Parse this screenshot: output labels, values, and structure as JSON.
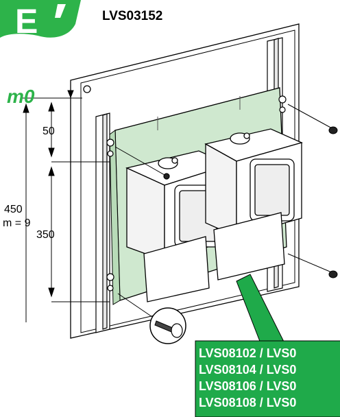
{
  "header": {
    "ref_code": "LVS03152",
    "badge_letter": "E"
  },
  "dimensions": {
    "origin_label": "m0",
    "d1": "50",
    "d2": "350",
    "total": "450",
    "total_m": "m = 9"
  },
  "callout": {
    "lines": [
      "LVS08102 / LVS0",
      "LVS08104 / LVS0",
      "LVS08106 / LVS0",
      "LVS08108 / LVS0"
    ]
  },
  "colors": {
    "brand_green": "#2db34a",
    "board_fill": "#cfe8cf",
    "callout_green": "#1faa4a"
  }
}
